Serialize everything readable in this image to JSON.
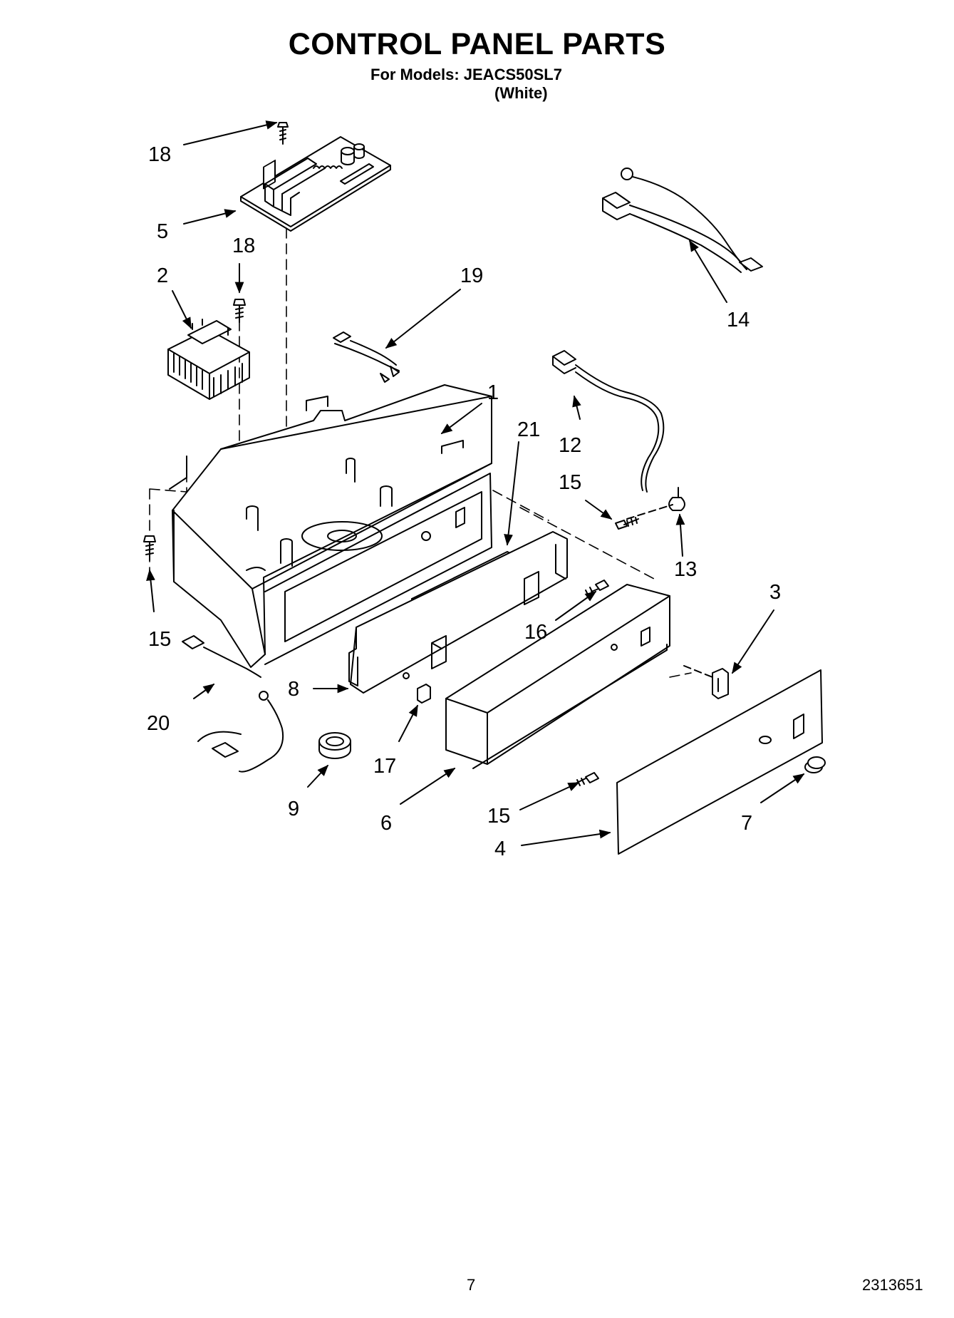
{
  "header": {
    "title": "CONTROL PANEL PARTS",
    "models_line": "For Models: JEACS50SL7",
    "color_line": "(White)"
  },
  "callouts": {
    "c1": "1",
    "c2": "2",
    "c3": "3",
    "c4": "4",
    "c5": "5",
    "c6": "6",
    "c7": "7",
    "c8": "8",
    "c9": "9",
    "c12": "12",
    "c13": "13",
    "c14": "14",
    "c15a": "15",
    "c15b": "15",
    "c15c": "15",
    "c16": "16",
    "c17": "17",
    "c18a": "18",
    "c18b": "18",
    "c19": "19",
    "c20": "20",
    "c21": "21"
  },
  "footer": {
    "page_number": "7",
    "document_number": "2313651"
  }
}
